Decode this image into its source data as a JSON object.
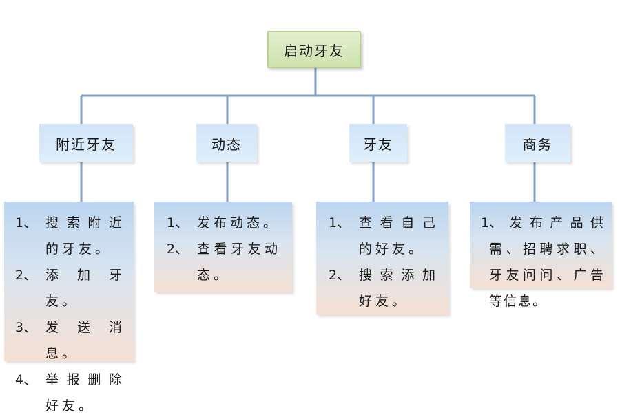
{
  "diagram": {
    "root": {
      "label": "启动牙友"
    },
    "categories": [
      {
        "label": "附近牙友",
        "items": [
          {
            "num": "1、",
            "text": "搜索附近的牙友。"
          },
          {
            "num": "2、",
            "text": "添加牙友。"
          },
          {
            "num": "3、",
            "text": "发送消息。"
          },
          {
            "num": "4、",
            "text": "举报删除好友。"
          }
        ]
      },
      {
        "label": "动态",
        "items": [
          {
            "num": "1、",
            "text": "发布动态。"
          },
          {
            "num": "2、",
            "text": "查看牙友动态。"
          }
        ]
      },
      {
        "label": "牙友",
        "items": [
          {
            "num": "1、",
            "text": "查看自己的好友。"
          },
          {
            "num": "2、",
            "text": "搜索添加好友。"
          }
        ]
      },
      {
        "label": "商务",
        "items": [
          {
            "num": "1",
            "text": "、发布产品供需、招聘求职、牙友问问、广告等信息。"
          }
        ]
      }
    ],
    "colors": {
      "connector": "#7f9fc4",
      "root_fill": "#d6e8bd",
      "category_fill": "#d8e8f8",
      "detail_top": "#bcd5f1",
      "detail_bottom": "#f6e0d3"
    }
  }
}
